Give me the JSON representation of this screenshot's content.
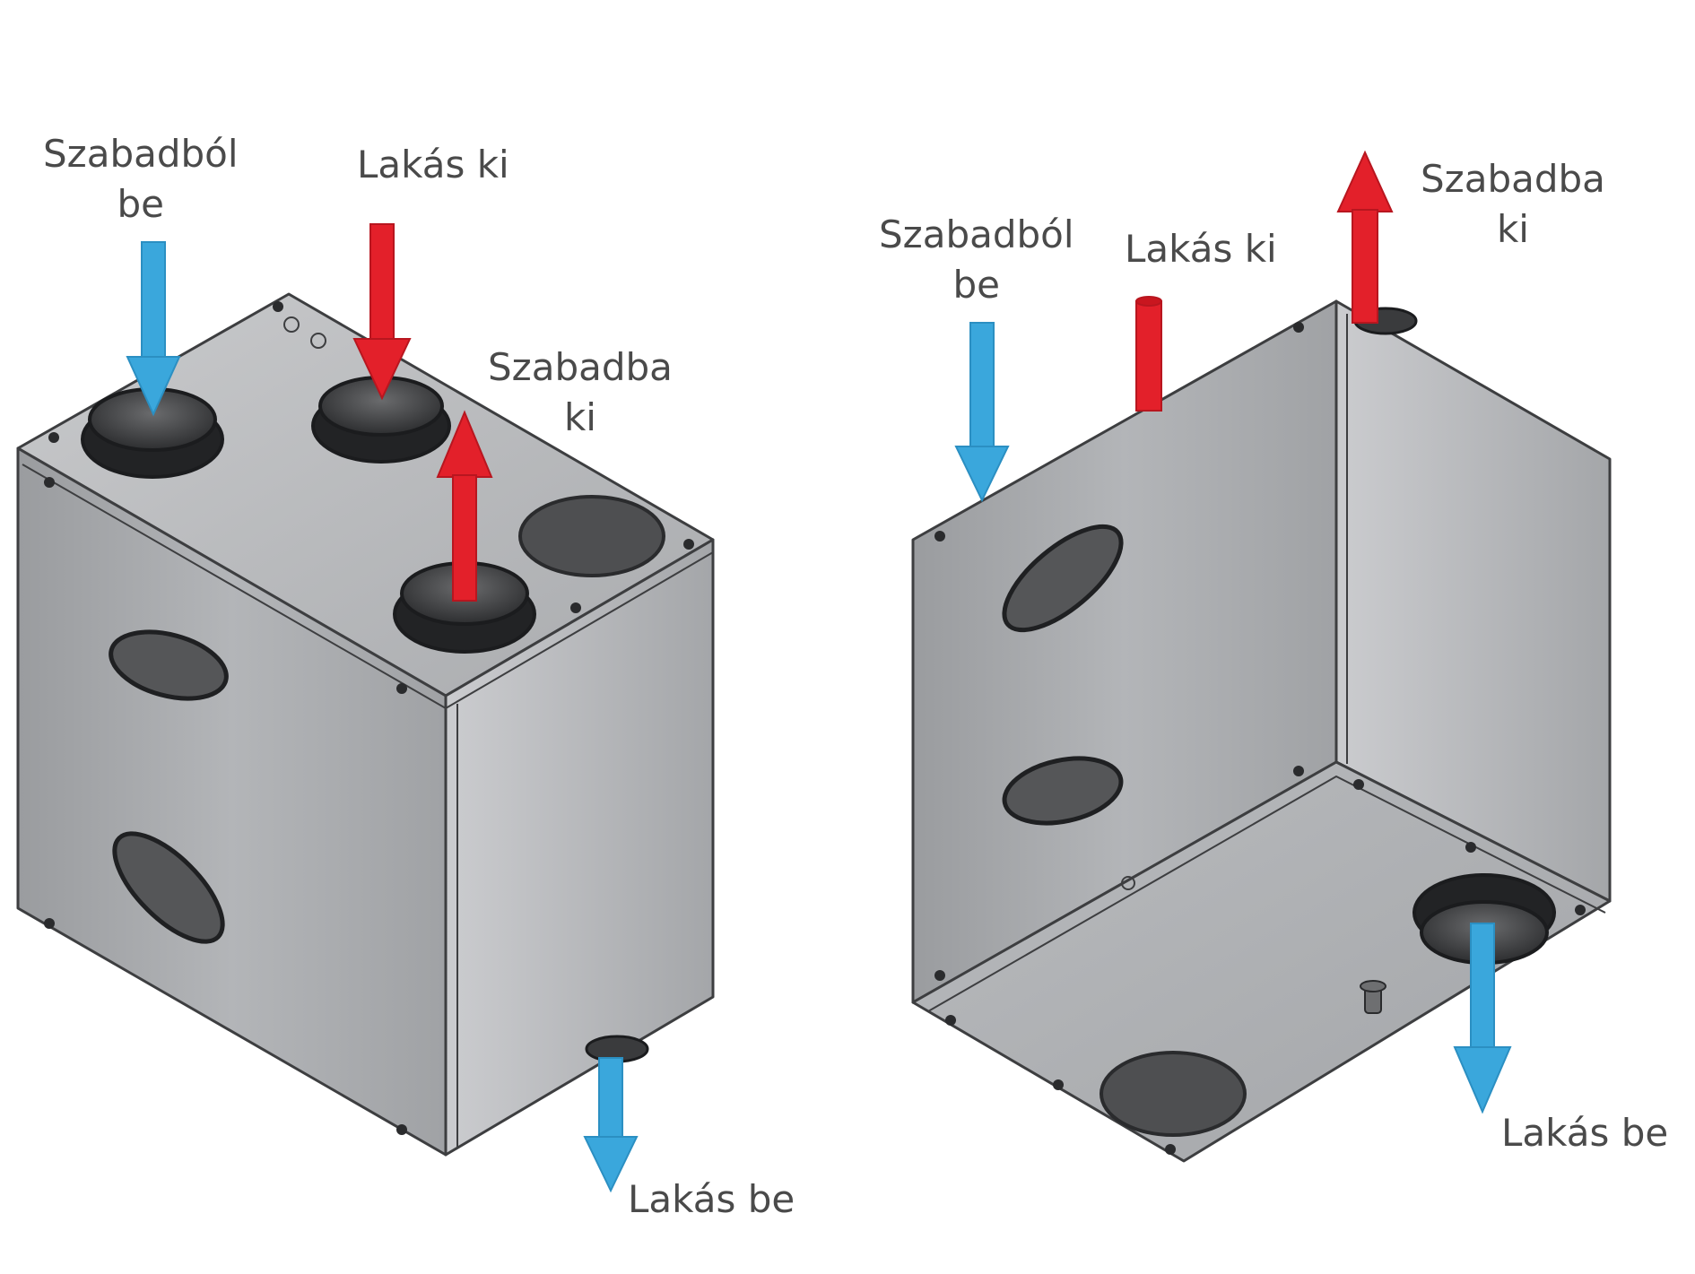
{
  "diagram": {
    "left_unit": {
      "outdoor_in": {
        "line1": "Szabadból",
        "line2": "be"
      },
      "room_out": {
        "line1": "Lakás ki"
      },
      "outdoor_out": {
        "line1": "Szabadba",
        "line2": "ki"
      },
      "room_in": {
        "line1": "Lakás be"
      }
    },
    "right_unit": {
      "outdoor_in": {
        "line1": "Szabadból",
        "line2": "be"
      },
      "room_out": {
        "line1": "Lakás ki"
      },
      "outdoor_out": {
        "line1": "Szabadba",
        "line2": "ki"
      },
      "room_in": {
        "line1": "Lakás be"
      }
    }
  },
  "colors": {
    "supply_arrow": "#3aa7dc",
    "exhaust_arrow": "#e3202a",
    "housing": "#a6a8ab",
    "text": "#4a4a4a"
  }
}
